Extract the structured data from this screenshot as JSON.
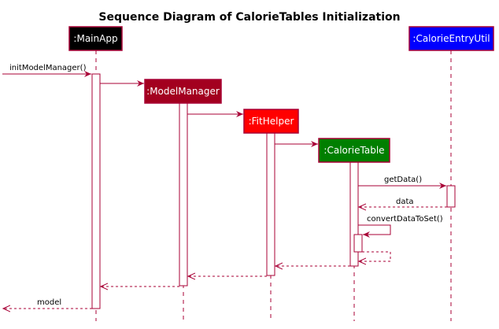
{
  "diagram": {
    "title": "Sequence Diagram of CalorieTables Initialization",
    "colors": {
      "line": "#A80036",
      "activation_fill": "#FFFFFF",
      "background": "#FFFFFF"
    },
    "participants": [
      {
        "id": "mainapp",
        "label": ":MainApp",
        "fill": "#000000",
        "text_color": "#FFFFFF",
        "border": "#A80036"
      },
      {
        "id": "modelmanager",
        "label": ":ModelManager",
        "fill": "#A3001F",
        "text_color": "#FFFFFF",
        "border": "#A80036"
      },
      {
        "id": "fithelper",
        "label": ":FitHelper",
        "fill": "#FF0000",
        "text_color": "#FFFFFF",
        "border": "#A80036"
      },
      {
        "id": "calorietable",
        "label": ":CalorieTable",
        "fill": "#007F00",
        "text_color": "#FFFFFF",
        "border": "#A80036"
      },
      {
        "id": "calorieentryutil",
        "label": ":CalorieEntryUtil",
        "fill": "#0000FF",
        "text_color": "#FFFFFF",
        "border": "#A80036"
      }
    ],
    "messages": [
      {
        "id": "m1",
        "from": "external",
        "to": "mainapp",
        "label": "initModelManager()",
        "type": "sync"
      },
      {
        "id": "m2",
        "from": "mainapp",
        "to": "modelmanager",
        "label": "",
        "type": "create"
      },
      {
        "id": "m3",
        "from": "modelmanager",
        "to": "fithelper",
        "label": "",
        "type": "create"
      },
      {
        "id": "m4",
        "from": "fithelper",
        "to": "calorietable",
        "label": "",
        "type": "create"
      },
      {
        "id": "m5",
        "from": "calorietable",
        "to": "calorieentryutil",
        "label": "getData()",
        "type": "sync"
      },
      {
        "id": "m6",
        "from": "calorieentryutil",
        "to": "calorietable",
        "label": "data",
        "type": "return"
      },
      {
        "id": "m7",
        "from": "calorietable",
        "to": "calorietable",
        "label": "convertDataToSet()",
        "type": "self"
      },
      {
        "id": "m8",
        "from": "calorietable",
        "to": "calorietable",
        "label": "",
        "type": "self-return"
      },
      {
        "id": "m9",
        "from": "calorietable",
        "to": "fithelper",
        "label": "",
        "type": "return"
      },
      {
        "id": "m10",
        "from": "fithelper",
        "to": "modelmanager",
        "label": "",
        "type": "return"
      },
      {
        "id": "m11",
        "from": "modelmanager",
        "to": "mainapp",
        "label": "",
        "type": "return"
      },
      {
        "id": "m12",
        "from": "mainapp",
        "to": "external",
        "label": "model",
        "type": "return"
      }
    ]
  }
}
